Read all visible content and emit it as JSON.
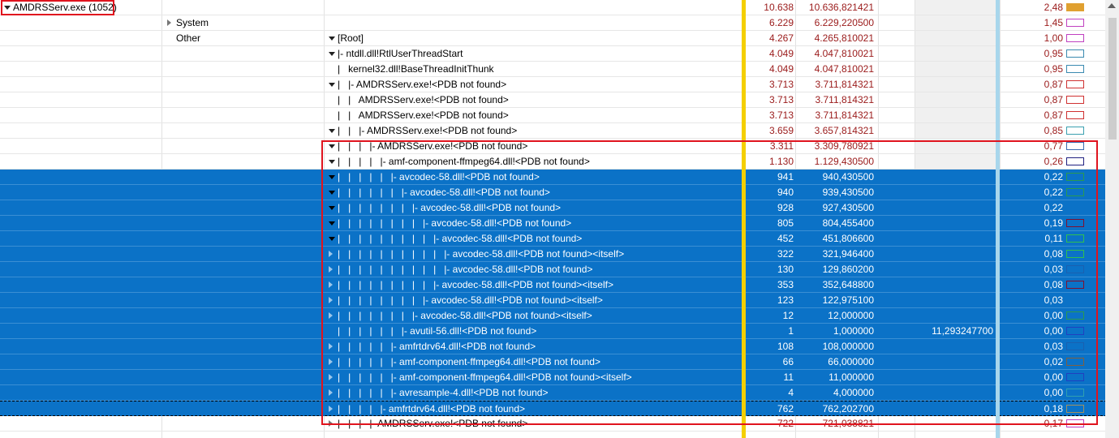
{
  "top": {
    "process": "AMDRSServ.exe (1052)",
    "count": "10.638",
    "weight": "10.636,821421",
    "percent": "2,48",
    "swatch": "#e0a030"
  },
  "groups": [
    {
      "label": "System",
      "count": "6.229",
      "weight": "6.229,220500",
      "percent": "1,45",
      "swatch": "#c040c0"
    },
    {
      "label": "Other",
      "count": "4.267",
      "weight": "4.265,810021",
      "percent": "1,00",
      "swatch": "#c040c0"
    }
  ],
  "rows": [
    {
      "stack": "[Root]",
      "expander": "down",
      "count": "4.267",
      "weight": "4.265,810021",
      "percent": "1,00",
      "swatch": "#c040c0"
    },
    {
      "stack": "|- ntdll.dll!RtlUserThreadStart",
      "expander": "down",
      "count": "4.049",
      "weight": "4.047,810021",
      "percent": "0,95",
      "swatch": "#3a8ab0"
    },
    {
      "stack": "|   kernel32.dll!BaseThreadInitThunk",
      "expander": "none",
      "count": "4.049",
      "weight": "4.047,810021",
      "percent": "0,95",
      "swatch": "#3a8ab0"
    },
    {
      "stack": "|   |- AMDRSServ.exe!<PDB not found>",
      "expander": "down",
      "count": "3.713",
      "weight": "3.711,814321",
      "percent": "0,87",
      "swatch": "#d03030"
    },
    {
      "stack": "|   |   AMDRSServ.exe!<PDB not found>",
      "expander": "none",
      "count": "3.713",
      "weight": "3.711,814321",
      "percent": "0,87",
      "swatch": "#d03030"
    },
    {
      "stack": "|   |   AMDRSServ.exe!<PDB not found>",
      "expander": "none",
      "count": "3.713",
      "weight": "3.711,814321",
      "percent": "0,87",
      "swatch": "#d03030"
    },
    {
      "stack": "|   |   |- AMDRSServ.exe!<PDB not found>",
      "expander": "down",
      "count": "3.659",
      "weight": "3.657,814321",
      "percent": "0,85",
      "swatch": "#3aa0b0"
    },
    {
      "stack": "|   |   |   |- AMDRSServ.exe!<PDB not found>",
      "expander": "down",
      "count": "3.311",
      "weight": "3.309,780921",
      "percent": "0,77",
      "swatch": "#3a6ab0"
    },
    {
      "stack": "|   |   |   |   |- amf-component-ffmpeg64.dll!<PDB not found>",
      "expander": "down",
      "count": "1.130",
      "weight": "1.129,430500",
      "percent": "0,26",
      "swatch": "#202080"
    },
    {
      "stack": "|   |   |   |   |   |- avcodec-58.dll!<PDB not found>",
      "expander": "down",
      "count": "941",
      "weight": "940,430500",
      "percent": "0,22",
      "swatch": "#2a9a50",
      "sel": true
    },
    {
      "stack": "|   |   |   |   |   |   |- avcodec-58.dll!<PDB not found>",
      "expander": "down",
      "count": "940",
      "weight": "939,430500",
      "percent": "0,22",
      "swatch": "#2a9a50",
      "sel": true
    },
    {
      "stack": "|   |   |   |   |   |   |   |- avcodec-58.dll!<PDB not found>",
      "expander": "down",
      "count": "928",
      "weight": "927,430500",
      "percent": "0,22",
      "swatch": "#0b72c7",
      "sel": true
    },
    {
      "stack": "|   |   |   |   |   |   |   |   |- avcodec-58.dll!<PDB not found>",
      "expander": "down",
      "count": "805",
      "weight": "804,455400",
      "percent": "0,19",
      "swatch": "#801030",
      "sel": true
    },
    {
      "stack": "|   |   |   |   |   |   |   |   |   |- avcodec-58.dll!<PDB not found>",
      "expander": "down",
      "count": "452",
      "weight": "451,806600",
      "percent": "0,11",
      "swatch": "#30c050",
      "sel": true
    },
    {
      "stack": "|   |   |   |   |   |   |   |   |   |   |- avcodec-58.dll!<PDB not found><itself>",
      "expander": "right",
      "count": "322",
      "weight": "321,946400",
      "percent": "0,08",
      "swatch": "#30c050",
      "sel": true
    },
    {
      "stack": "|   |   |   |   |   |   |   |   |   |   |- avcodec-58.dll!<PDB not found>",
      "expander": "right",
      "count": "130",
      "weight": "129,860200",
      "percent": "0,03",
      "swatch": "#1a60b0",
      "sel": true
    },
    {
      "stack": "|   |   |   |   |   |   |   |   |   |- avcodec-58.dll!<PDB not found><itself>",
      "expander": "right",
      "count": "353",
      "weight": "352,648800",
      "percent": "0,08",
      "swatch": "#801030",
      "sel": true
    },
    {
      "stack": "|   |   |   |   |   |   |   |   |- avcodec-58.dll!<PDB not found><itself>",
      "expander": "right",
      "count": "123",
      "weight": "122,975100",
      "percent": "0,03",
      "swatch": "#0b72c7",
      "sel": true
    },
    {
      "stack": "|   |   |   |   |   |   |   |- avcodec-58.dll!<PDB not found><itself>",
      "expander": "right",
      "count": "12",
      "weight": "12,000000",
      "percent": "0,00",
      "swatch": "#2a9a50",
      "sel": true
    },
    {
      "stack": "|   |   |   |   |   |   |- avutil-56.dll!<PDB not found>",
      "expander": "none",
      "count": "1",
      "weight": "1,000000",
      "extra": "11,293247700",
      "percent": "0,00",
      "swatch": "#2040c0",
      "sel": true
    },
    {
      "stack": "|   |   |   |   |   |- amfrtdrv64.dll!<PDB not found>",
      "expander": "right",
      "count": "108",
      "weight": "108,000000",
      "percent": "0,03",
      "swatch": "#1a60b0",
      "sel": true
    },
    {
      "stack": "|   |   |   |   |   |- amf-component-ffmpeg64.dll!<PDB not found>",
      "expander": "right",
      "count": "66",
      "weight": "66,000000",
      "percent": "0,02",
      "swatch": "#806040",
      "sel": true
    },
    {
      "stack": "|   |   |   |   |   |- amf-component-ffmpeg64.dll!<PDB not found><itself>",
      "expander": "right",
      "count": "11",
      "weight": "11,000000",
      "percent": "0,00",
      "swatch": "#2040c0",
      "sel": true
    },
    {
      "stack": "|   |   |   |   |   |- avresample-4.dll!<PDB not found>",
      "expander": "right",
      "count": "4",
      "weight": "4,000000",
      "percent": "0,00",
      "swatch": "#30a0b0",
      "sel": true
    },
    {
      "stack": "|   |   |   |   |- amfrtdrv64.dll!<PDB not found>",
      "expander": "right",
      "count": "762",
      "weight": "762,202700",
      "percent": "0,18",
      "swatch": "#a09060",
      "sel": true,
      "focus": true
    },
    {
      "stack": "|   |   |   |- AMDRSServ.exe!<PDB not found>",
      "expander": "right",
      "count": "722",
      "weight": "721,038821",
      "percent": "0,17",
      "swatch": "#c040c0"
    }
  ]
}
